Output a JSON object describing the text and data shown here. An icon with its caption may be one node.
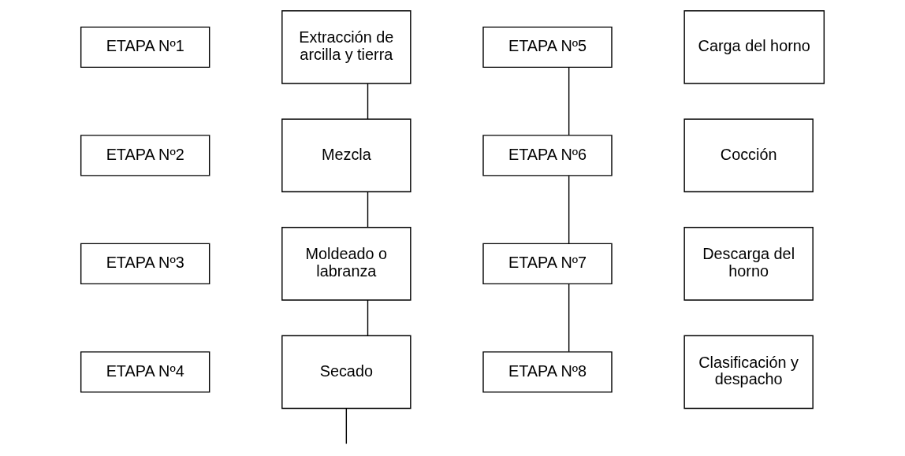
{
  "diagram": {
    "nodes": [
      {
        "text": [
          "ETAPA Nº1"
        ]
      },
      {
        "text": [
          "Extracción de arcilla y tierra"
        ]
      },
      {
        "text": [
          "ETAPA Nº2"
        ]
      },
      {
        "text": [
          "Mezcla"
        ]
      },
      {
        "text": [
          "ETAPA Nº3"
        ]
      },
      {
        "text": [
          "Moldeado o labranza"
        ]
      },
      {
        "text": [
          "ETAPA Nº4"
        ]
      },
      {
        "text": [
          "Secado"
        ]
      },
      {
        "text": [
          "ETAPA Nº5"
        ]
      },
      {
        "text": [
          "Carga del horno"
        ]
      },
      {
        "text": [
          "ETAPA Nº6"
        ]
      },
      {
        "text": [
          "Cocción"
        ]
      },
      {
        "text": [
          "ETAPA Nº7"
        ]
      },
      {
        "text": [
          "Descarga del horno"
        ]
      },
      {
        "text": [
          "ETAPA Nº8"
        ]
      },
      {
        "text": [
          "Clasificación y despacho"
        ]
      }
    ],
    "edges": [
      {
        "from": 1,
        "to": 3,
        "arrow": "none"
      },
      {
        "from": 3,
        "to": 5,
        "arrow": "none"
      },
      {
        "from": 5,
        "to": 7,
        "arrow": "none"
      },
      {
        "from": 7,
        "to": null,
        "arrow": "none"
      },
      {
        "from": 8,
        "to": 10,
        "arrow": "none"
      },
      {
        "from": 10,
        "to": 12,
        "arrow": "none"
      },
      {
        "from": 12,
        "to": 14,
        "arrow": "none"
      }
    ]
  }
}
